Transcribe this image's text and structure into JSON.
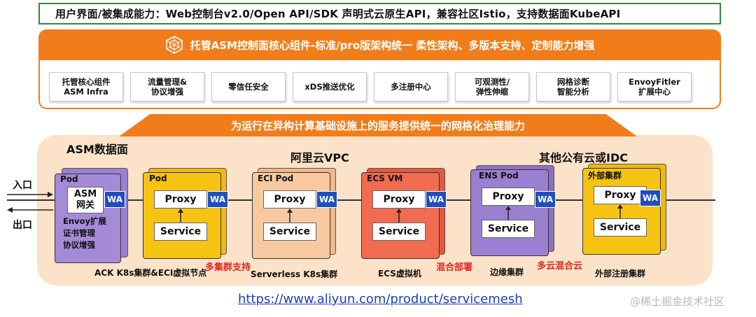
{
  "header": {
    "text": "用户界面/被集成能力：Web控制台v2.0/Open API/SDK      声明式云原生API，兼容社区Istio，支持数据面KubeAPI"
  },
  "control_plane": {
    "title": "托管ASM控制面核心组件-标准/pro版架构统一 柔性架构、多版本支持、定制能力增强",
    "icon": "hexagon-mesh-icon",
    "cards": [
      {
        "l1": "托管核心组件",
        "l2": "ASM Infra"
      },
      {
        "l1": "流量管理&",
        "l2": "协议增强"
      },
      {
        "l1": "零信任安全",
        "l2": ""
      },
      {
        "l1": "xDS推送优化",
        "l2": ""
      },
      {
        "l1": "多注册中心",
        "l2": ""
      },
      {
        "l1": "可观测性/",
        "l2": "弹性伸缩"
      },
      {
        "l1": "网格诊断",
        "l2": "智能分析"
      },
      {
        "l1": "EnvoyFitler",
        "l2": "扩展中心"
      }
    ]
  },
  "banner": "为运行在异构计算基础设施上的服务提供统一的网格化治理能力",
  "data_plane": {
    "title": "ASM数据面",
    "region_vpc": "阿里云VPC",
    "region_idc": "其他公有云或IDC",
    "entry": "入口",
    "exit": "出口",
    "gateway": {
      "pod": "Pod",
      "box_l1": "ASM",
      "box_l2": "网关",
      "ext1": "Envoy扩展",
      "ext2": "证书管理",
      "ext3": "协议增强",
      "wa": "WA"
    },
    "nodes": [
      {
        "label": "Pod",
        "proxy": "Proxy",
        "service": "Service",
        "wa": "WA",
        "caption": "ACK K8s集群&ECI虚拟节点"
      },
      {
        "label": "ECI Pod",
        "proxy": "Proxy",
        "service": "Service",
        "wa": "WA",
        "caption": "Serverless K8s集群"
      },
      {
        "label": "ECS VM",
        "proxy": "Proxy",
        "service": "Service",
        "wa": "WA",
        "caption": "ECS虚拟机"
      },
      {
        "label": "ENS Pod",
        "proxy": "Proxy",
        "service": "Service",
        "wa": "WA",
        "caption": "边缘集群"
      },
      {
        "label": "外部集群",
        "proxy": "Proxy",
        "service": "Service",
        "wa": "WA",
        "caption": "外部注册集群"
      }
    ],
    "red_labels": [
      "多集群支持",
      "混合部署",
      "多云混合云"
    ]
  },
  "url": "https://www.aliyun.com/product/servicemesh",
  "watermark": "@稀土掘金技术社区",
  "colors": {
    "orange": "#f07d1a",
    "green_border": "#2e8b3a",
    "peach": "#fbe2c8",
    "purple": "#9b7fd0",
    "yellow": "#f7c313",
    "light_orange": "#f8c9a0",
    "red_orange": "#f06b4f",
    "wa_blue": "#1f4fbf",
    "red_text": "#e0281f",
    "link": "#1a3fbf"
  }
}
